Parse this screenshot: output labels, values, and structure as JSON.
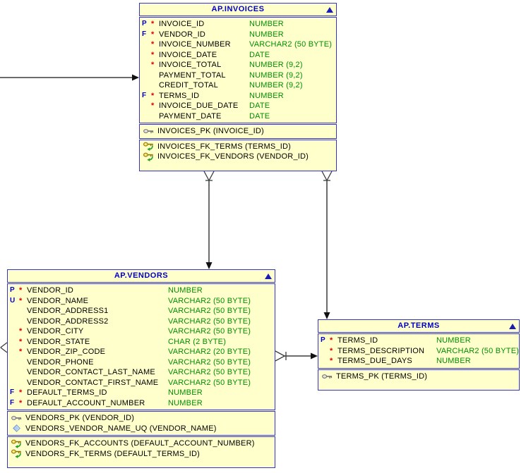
{
  "diagram": {
    "colors": {
      "table_fill": "#FFFFCC",
      "table_border": "#3333C6",
      "title_text": "#0000CE",
      "column_text": "#000000",
      "type_text": "#008E00",
      "mandatory_asterisk": "#DD0000",
      "flag_text": "#0000CE",
      "connector_line": "#3C3C3C",
      "arrowhead": "#111111"
    },
    "tables": [
      {
        "id": "invoices",
        "title": "AP.INVOICES",
        "collapse_icon": "collapse-triangle-icon",
        "columns": [
          {
            "flag": "P",
            "mandatory": "*",
            "name": "INVOICE_ID",
            "type": "NUMBER"
          },
          {
            "flag": "F",
            "mandatory": "*",
            "name": "VENDOR_ID",
            "type": "NUMBER"
          },
          {
            "flag": "",
            "mandatory": "*",
            "name": "INVOICE_NUMBER",
            "type": "VARCHAR2 (50 BYTE)"
          },
          {
            "flag": "",
            "mandatory": "*",
            "name": "INVOICE_DATE",
            "type": "DATE"
          },
          {
            "flag": "",
            "mandatory": "*",
            "name": "INVOICE_TOTAL",
            "type": "NUMBER (9,2)"
          },
          {
            "flag": "",
            "mandatory": "",
            "name": "PAYMENT_TOTAL",
            "type": "NUMBER (9,2)"
          },
          {
            "flag": "",
            "mandatory": "",
            "name": "CREDIT_TOTAL",
            "type": "NUMBER (9,2)"
          },
          {
            "flag": "F",
            "mandatory": "*",
            "name": "TERMS_ID",
            "type": "NUMBER"
          },
          {
            "flag": "",
            "mandatory": "*",
            "name": "INVOICE_DUE_DATE",
            "type": "DATE"
          },
          {
            "flag": "",
            "mandatory": "",
            "name": "PAYMENT_DATE",
            "type": "DATE"
          }
        ],
        "keys": [
          {
            "icon": "pk-key-icon",
            "label": "INVOICES_PK (INVOICE_ID)"
          }
        ],
        "foreign_keys": [
          {
            "icon": "fk-key-icon",
            "label": "INVOICES_FK_TERMS (TERMS_ID)"
          },
          {
            "icon": "fk-key-icon",
            "label": "INVOICES_FK_VENDORS (VENDOR_ID)"
          }
        ]
      },
      {
        "id": "vendors",
        "title": "AP.VENDORS",
        "collapse_icon": "collapse-triangle-icon",
        "columns": [
          {
            "flag": "P",
            "mandatory": "*",
            "name": "VENDOR_ID",
            "type": "NUMBER"
          },
          {
            "flag": "U",
            "mandatory": "*",
            "name": "VENDOR_NAME",
            "type": "VARCHAR2 (50 BYTE)"
          },
          {
            "flag": "",
            "mandatory": "",
            "name": "VENDOR_ADDRESS1",
            "type": "VARCHAR2 (50 BYTE)"
          },
          {
            "flag": "",
            "mandatory": "",
            "name": "VENDOR_ADDRESS2",
            "type": "VARCHAR2 (50 BYTE)"
          },
          {
            "flag": "",
            "mandatory": "*",
            "name": "VENDOR_CITY",
            "type": "VARCHAR2 (50 BYTE)"
          },
          {
            "flag": "",
            "mandatory": "*",
            "name": "VENDOR_STATE",
            "type": "CHAR (2 BYTE)"
          },
          {
            "flag": "",
            "mandatory": "*",
            "name": "VENDOR_ZIP_CODE",
            "type": "VARCHAR2 (20 BYTE)"
          },
          {
            "flag": "",
            "mandatory": "",
            "name": "VENDOR_PHONE",
            "type": "VARCHAR2 (50 BYTE)"
          },
          {
            "flag": "",
            "mandatory": "",
            "name": "VENDOR_CONTACT_LAST_NAME",
            "type": "VARCHAR2 (50 BYTE)"
          },
          {
            "flag": "",
            "mandatory": "",
            "name": "VENDOR_CONTACT_FIRST_NAME",
            "type": "VARCHAR2 (50 BYTE)"
          },
          {
            "flag": "F",
            "mandatory": "*",
            "name": "DEFAULT_TERMS_ID",
            "type": "NUMBER"
          },
          {
            "flag": "F",
            "mandatory": "*",
            "name": "DEFAULT_ACCOUNT_NUMBER",
            "type": "NUMBER"
          }
        ],
        "keys": [
          {
            "icon": "pk-key-icon",
            "label": "VENDORS_PK (VENDOR_ID)"
          },
          {
            "icon": "unique-diamond-icon",
            "label": "VENDORS_VENDOR_NAME_UQ (VENDOR_NAME)"
          }
        ],
        "foreign_keys": [
          {
            "icon": "fk-key-icon",
            "label": "VENDORS_FK_ACCOUNTS (DEFAULT_ACCOUNT_NUMBER)"
          },
          {
            "icon": "fk-key-icon",
            "label": "VENDORS_FK_TERMS (DEFAULT_TERMS_ID)"
          }
        ]
      },
      {
        "id": "terms",
        "title": "AP.TERMS",
        "collapse_icon": "collapse-triangle-icon",
        "columns": [
          {
            "flag": "P",
            "mandatory": "*",
            "name": "TERMS_ID",
            "type": "NUMBER"
          },
          {
            "flag": "",
            "mandatory": "*",
            "name": "TERMS_DESCRIPTION",
            "type": "VARCHAR2 (50 BYTE)"
          },
          {
            "flag": "",
            "mandatory": "*",
            "name": "TERMS_DUE_DAYS",
            "type": "NUMBER"
          }
        ],
        "keys": [
          {
            "icon": "pk-key-icon",
            "label": "TERMS_PK (TERMS_ID)"
          }
        ],
        "foreign_keys": []
      }
    ],
    "relationships": [
      {
        "id": "rel-external-to-invoices",
        "from": "off-canvas-left",
        "to": "AP.INVOICES",
        "to_marker": "arrow"
      },
      {
        "id": "rel-invoices-to-vendors",
        "from": "AP.INVOICES",
        "from_marker": "crowfoot",
        "to": "AP.VENDORS",
        "to_marker": "arrow"
      },
      {
        "id": "rel-invoices-to-terms",
        "from": "AP.INVOICES",
        "from_marker": "crowfoot",
        "to": "AP.TERMS",
        "to_marker": "arrow"
      },
      {
        "id": "rel-vendors-to-terms",
        "from": "AP.VENDORS",
        "from_marker": "crowfoot-tick",
        "to": "AP.TERMS",
        "to_marker": "arrow"
      },
      {
        "id": "rel-external-to-vendors",
        "from": "off-canvas-left",
        "to": "AP.VENDORS",
        "to_marker": "crowfoot"
      }
    ]
  }
}
